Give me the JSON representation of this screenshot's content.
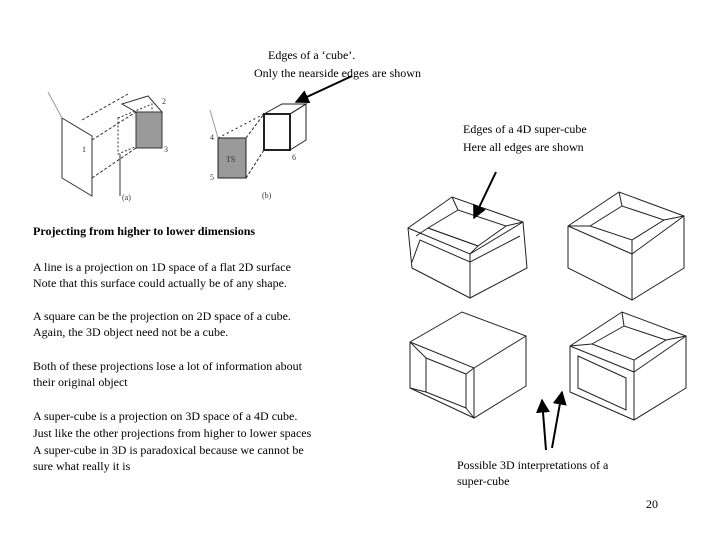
{
  "slide": {
    "number": "20",
    "callout_cube": [
      "Edges of a ‘cube’.",
      "Only the nearside edges are shown"
    ],
    "callout_4d": [
      "Edges of a 4D super-cube",
      "Here all edges are shown"
    ],
    "heading": "Projecting from higher to lower dimensions",
    "para1": [
      "A line is a projection on 1D space of a flat 2D surface",
      "Note that this surface could actually be of any shape."
    ],
    "para2": [
      "A square can be the projection on 2D space of a cube.",
      "Again, the 3D object need not be a cube."
    ],
    "para3": [
      "Both of these projections lose a lot of information about",
      "their original object"
    ],
    "para4": [
      "A super-cube is a projection on 3D space of a 4D cube.",
      "Just like the other projections from higher to lower spaces",
      "A super-cube in 3D is paradoxical because we cannot be",
      "sure what really it is"
    ],
    "callout_interp": [
      "Possible 3D interpretations of a",
      "super-cube"
    ]
  },
  "figure_left": {
    "panel_a_caption": "(a)",
    "panel_b_caption": "(b)",
    "face_label": "TS",
    "vertex_labels": [
      "1",
      "2",
      "3",
      "4",
      "5",
      "6"
    ]
  },
  "colors": {
    "shaded_face": "#9a9a9a",
    "line": "#222222",
    "arrow": "#000000"
  }
}
